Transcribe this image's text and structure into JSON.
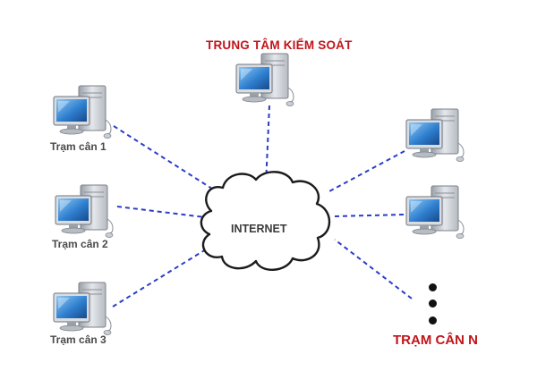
{
  "diagram": {
    "hub_label": "INTERNET",
    "control_center_label": "TRUNG TÂM KIỂM SOÁT",
    "stations": [
      {
        "label": "Trạm cân 1"
      },
      {
        "label": "Trạm cân 2"
      },
      {
        "label": "Trạm cân 3"
      }
    ],
    "last_station_label": "TRẠM CÂN N",
    "ellipsis": "⋮"
  },
  "colors": {
    "link": "#2a3cc8",
    "title_red": "#c0141a",
    "monitor_screen": "#2f7fcf",
    "tower_gray": "#c9cdd3"
  },
  "icons": [
    "computer-icon",
    "cloud-icon"
  ]
}
